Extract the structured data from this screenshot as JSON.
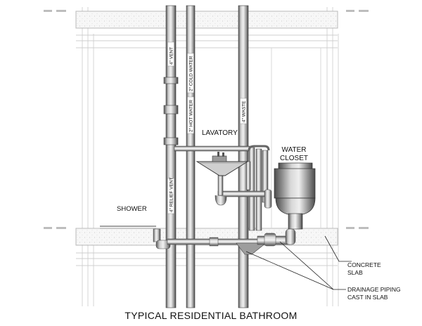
{
  "title": "TYPICAL RESIDENTIAL BATHROOM",
  "fixtures": {
    "lavatory": "LAVATORY",
    "water_closet_line1": "WATER",
    "water_closet_line2": "CLOSET",
    "shower": "SHOWER"
  },
  "pipes": {
    "vent": "4\" VENT",
    "cold_water": "2\" COLD WATER",
    "hot_water": "2\" HOT WATER",
    "waste": "4\" WASTE",
    "relief_vent": "4\" RELIEF VENT"
  },
  "callouts": {
    "concrete_line1": "CONCRETE",
    "concrete_line2": "SLAB",
    "drainage_line1": "DRAINAGE PIPING",
    "drainage_line2": "CAST IN SLAB"
  }
}
